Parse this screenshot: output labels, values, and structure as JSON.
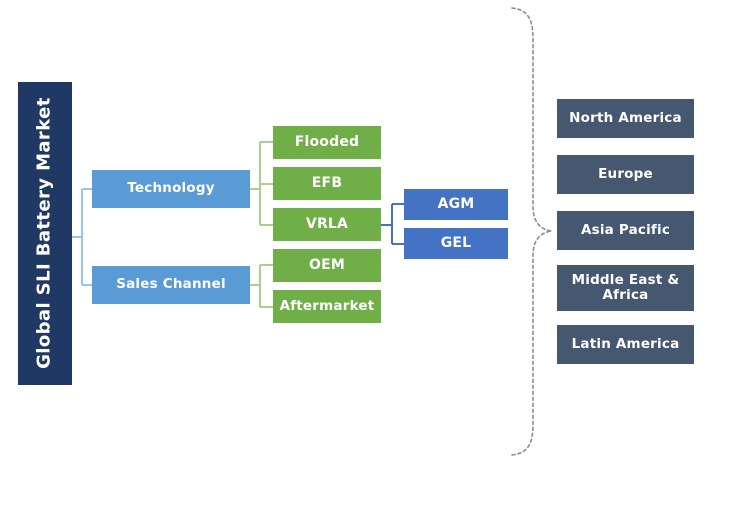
{
  "diagram": {
    "title": "Global SLI Battery Market",
    "type": "market-segmentation-tree",
    "colors": {
      "root": "#1F3864",
      "segment": "#5B9BD5",
      "sub_segment": "#70AE47",
      "deep_segment": "#4472C4",
      "region": "#465870",
      "connector_blue": "#9DC3E6",
      "connector_green": "#A9D18E",
      "brace": "#808080",
      "background": "#FFFFFF"
    },
    "segments": [
      {
        "id": "technology",
        "label": "Technology"
      },
      {
        "id": "sales-channel",
        "label": "Sales Channel"
      }
    ],
    "sub_segments": [
      {
        "id": "flooded",
        "label": "Flooded",
        "parent": "technology"
      },
      {
        "id": "efb",
        "label": "EFB",
        "parent": "technology"
      },
      {
        "id": "vrla",
        "label": "VRLA",
        "parent": "technology"
      },
      {
        "id": "oem",
        "label": "OEM",
        "parent": "sales-channel"
      },
      {
        "id": "aftermarket",
        "label": "Aftermarket",
        "parent": "sales-channel"
      }
    ],
    "deep_segments": [
      {
        "id": "agm",
        "label": "AGM",
        "parent": "vrla"
      },
      {
        "id": "gel",
        "label": "GEL",
        "parent": "vrla"
      }
    ],
    "regions": [
      {
        "id": "north-america",
        "label": "North America"
      },
      {
        "id": "europe",
        "label": "Europe"
      },
      {
        "id": "asia-pacific",
        "label": "Asia Pacific"
      },
      {
        "id": "mea",
        "label": "Middle East & Africa"
      },
      {
        "id": "latin-america",
        "label": "Latin America"
      }
    ]
  }
}
